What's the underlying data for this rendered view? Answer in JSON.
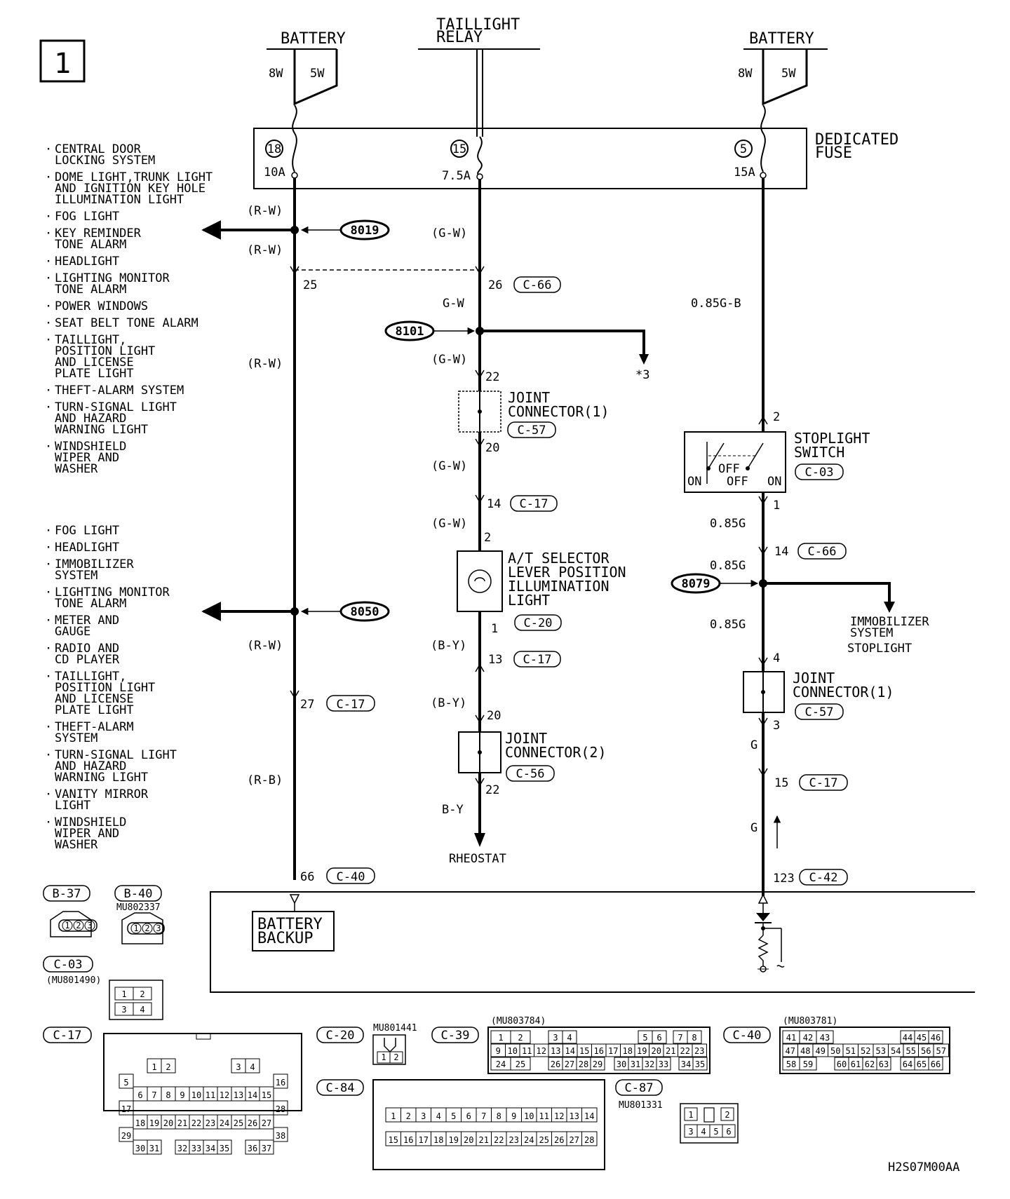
{
  "page_number": "1",
  "footer_code": "H2S07M00AA",
  "sources": {
    "battery_left": "BATTERY",
    "battery_right": "BATTERY",
    "taillight_relay": [
      "TAILLIGHT",
      "RELAY"
    ],
    "fusible_8w": "8W",
    "fusible_5w": "5W"
  },
  "dedicated_fuse": {
    "label": [
      "DEDICATED",
      "FUSE"
    ],
    "fuses": [
      {
        "number": "18",
        "rating": "10A"
      },
      {
        "number": "15",
        "rating": "7.5A"
      },
      {
        "number": "5",
        "rating": "15A"
      }
    ]
  },
  "splices": {
    "s8019": "8019",
    "s8050": "8050",
    "s8101": "8101",
    "s8079": "8079"
  },
  "systems_group_1": [
    [
      "CENTRAL DOOR",
      "LOCKING SYSTEM"
    ],
    [
      "DOME LIGHT,TRUNK LIGHT",
      "AND IGNITION KEY HOLE",
      "ILLUMINATION LIGHT"
    ],
    [
      "FOG LIGHT"
    ],
    [
      "KEY REMINDER",
      "TONE ALARM"
    ],
    [
      "HEADLIGHT"
    ],
    [
      "LIGHTING MONITOR",
      "TONE ALARM"
    ],
    [
      "POWER WINDOWS"
    ],
    [
      "SEAT BELT TONE ALARM"
    ],
    [
      "TAILLIGHT,",
      "POSITION LIGHT",
      "AND LICENSE",
      "PLATE LIGHT"
    ],
    [
      "THEFT-ALARM SYSTEM"
    ],
    [
      "TURN-SIGNAL LIGHT",
      "AND HAZARD",
      "WARNING LIGHT"
    ],
    [
      "WINDSHIELD",
      "WIPER AND",
      "WASHER"
    ]
  ],
  "systems_group_2": [
    [
      "FOG LIGHT"
    ],
    [
      "HEADLIGHT"
    ],
    [
      "IMMOBILIZER",
      "SYSTEM"
    ],
    [
      "LIGHTING MONITOR",
      "TONE ALARM"
    ],
    [
      "METER AND",
      "GAUGE"
    ],
    [
      "RADIO AND",
      "CD PLAYER"
    ],
    [
      "TAILLIGHT,",
      "POSITION LIGHT",
      "AND LICENSE",
      "PLATE LIGHT"
    ],
    [
      "THEFT-ALARM",
      "SYSTEM"
    ],
    [
      "TURN-SIGNAL LIGHT",
      "AND HAZARD",
      "WARNING LIGHT"
    ],
    [
      "VANITY MIRROR",
      "LIGHT"
    ],
    [
      "WINDSHIELD",
      "WIPER AND",
      "WASHER"
    ]
  ],
  "wire_labels": {
    "rw1": "(R-W)",
    "rw2": "(R-W)",
    "rw3": "(R-W)",
    "rw4": "(R-W)",
    "rb": "(R-B)",
    "gw1": "(G-W)",
    "gw2": "G-W",
    "gw3": "(G-W)",
    "gw4": "(G-W)",
    "gw5": "(G-W)",
    "by1": "(B-Y)",
    "by2": "(B-Y)",
    "by3": "B-Y",
    "gb": "0.85G-B",
    "g1": "0.85G",
    "g2": "0.85G",
    "g3": "0.85G",
    "g4": "G",
    "g5": "G"
  },
  "pin_labels": {
    "p25": "25",
    "p26": "26",
    "p22a": "22",
    "p20a": "20",
    "p14a": "14",
    "p2a": "2",
    "p1a": "1",
    "p13": "13",
    "p20b": "20",
    "p22b": "22",
    "p27": "27",
    "p66": "66",
    "p2b": "2",
    "p1b": "1",
    "p14b": "14",
    "p4": "4",
    "p3": "3",
    "p15": "15",
    "p123": "123"
  },
  "connector_refs": {
    "c66a": "C-66",
    "c57a": "C-57",
    "c17a": "C-17",
    "c20": "C-20",
    "c17b": "C-17",
    "c56": "C-56",
    "c17c": "C-17",
    "c40": "C-40",
    "c03": "C-03",
    "c66b": "C-66",
    "c57b": "C-57",
    "c17d": "C-17",
    "c42": "C-42"
  },
  "components": {
    "joint1": [
      "JOINT",
      "CONNECTOR(1)"
    ],
    "at_selector": [
      "A/T SELECTOR",
      "LEVER POSITION",
      "ILLUMINATION",
      "LIGHT"
    ],
    "joint2": [
      "JOINT",
      "CONNECTOR(2)"
    ],
    "stoplight_switch": [
      "STOPLIGHT",
      "SWITCH"
    ],
    "joint1_right": [
      "JOINT",
      "CONNECTOR(1)"
    ],
    "battery_backup": [
      "BATTERY",
      "BACKUP"
    ],
    "rheostat": "RHEOSTAT",
    "ref3": "*3"
  },
  "switch_states": {
    "on_l": "ON",
    "off_1": "OFF",
    "off_2": "OFF",
    "on_r": "ON"
  },
  "right_branch": [
    [
      "IMMOBILIZER",
      "SYSTEM"
    ],
    [
      "STOPLIGHT"
    ]
  ],
  "connector_legend": {
    "b37": {
      "ref": "B-37",
      "pins": [
        "1",
        "2",
        "3"
      ]
    },
    "b40": {
      "ref": "B-40",
      "part": "MU802337",
      "pins": [
        "1",
        "2",
        "3"
      ]
    },
    "c03": {
      "ref": "C-03",
      "part": "(MU801490)",
      "pins": [
        "1",
        "2",
        "3",
        "4"
      ]
    },
    "c17": {
      "ref": "C-17",
      "rows": [
        [
          "1",
          "2",
          "3",
          "4"
        ],
        [
          "5",
          "16"
        ],
        [
          "6",
          "7",
          "8",
          "9",
          "10",
          "11",
          "12",
          "13",
          "14",
          "15"
        ],
        [
          "17",
          "28"
        ],
        [
          "18",
          "19",
          "20",
          "21",
          "22",
          "23",
          "24",
          "25",
          "26",
          "27"
        ],
        [
          "29",
          "38"
        ],
        [
          "30",
          "31",
          "32",
          "33",
          "34",
          "35",
          "36",
          "37"
        ]
      ]
    },
    "c20": {
      "ref": "C-20",
      "part": "MU801441",
      "pins": [
        "1",
        "2"
      ]
    },
    "c39": {
      "ref": "C-39",
      "part": "(MU803784)",
      "rows": [
        [
          "1",
          "2",
          "3",
          "4",
          "5",
          "6",
          "7",
          "8"
        ],
        [
          "9",
          "10",
          "11",
          "12",
          "13",
          "14",
          "15",
          "16",
          "17",
          "18",
          "19",
          "20",
          "21",
          "22",
          "23"
        ],
        [
          "24",
          "25",
          "26",
          "27",
          "28",
          "29",
          "30",
          "31",
          "32",
          "33",
          "34",
          "35"
        ]
      ]
    },
    "c40": {
      "ref": "C-40",
      "part": "(MU803781)",
      "rows": [
        [
          "41",
          "42",
          "43",
          "44",
          "45",
          "46"
        ],
        [
          "47",
          "48",
          "49",
          "50",
          "51",
          "52",
          "53",
          "54",
          "55",
          "56",
          "57"
        ],
        [
          "58",
          "59",
          "60",
          "61",
          "62",
          "63",
          "64",
          "65",
          "66"
        ]
      ]
    },
    "c84": {
      "ref": "C-84",
      "rows": [
        [
          "1",
          "2",
          "3",
          "4",
          "5",
          "6",
          "7",
          "8",
          "9",
          "10",
          "11",
          "12",
          "13",
          "14"
        ],
        [
          "15",
          "16",
          "17",
          "18",
          "19",
          "20",
          "21",
          "22",
          "23",
          "24",
          "25",
          "26",
          "27",
          "28"
        ]
      ]
    },
    "c87": {
      "ref": "C-87",
      "part": "MU801331",
      "pins": [
        "1",
        "2",
        "3",
        "4",
        "5",
        "6"
      ]
    }
  }
}
